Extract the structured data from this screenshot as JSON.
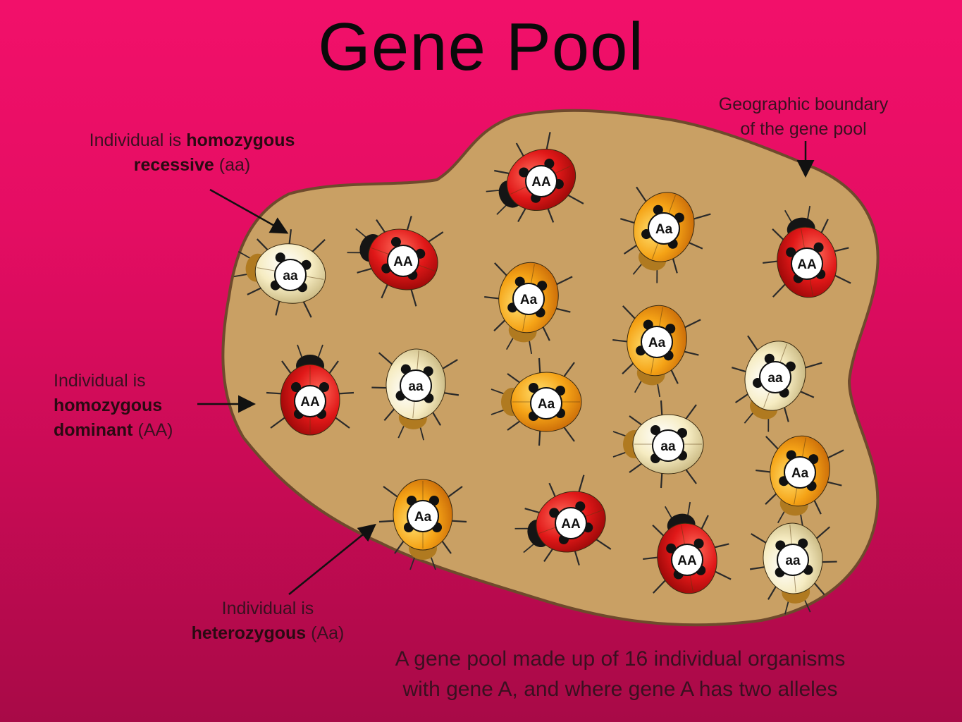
{
  "title": "Gene Pool",
  "labels": {
    "recessive": {
      "prefix": "Individual is ",
      "bold": "homozygous recessive",
      "suffix": " (aa)"
    },
    "dominant": {
      "prefix": "Individual is ",
      "bold1": "homozygous",
      "bold2": "dominant",
      "suffix": " (AA)"
    },
    "hetero": {
      "prefix": "Individual is",
      "bold": "heterozygous",
      "suffix": " (Aa)"
    },
    "boundary": {
      "line1": "Geographic boundary",
      "line2": "of the gene pool"
    }
  },
  "caption": {
    "line1": "A gene pool made up of 16 individual organisms",
    "line2": "with gene A, and where gene A has two alleles"
  },
  "colors": {
    "background_top": "#f2106a",
    "background_bottom": "#a80a47",
    "pool_fill": "#c9a064",
    "pool_border": "#6e4a2c",
    "AA": "#e01818",
    "Aa": "#f5a316",
    "aa": "#f6ecc2"
  },
  "organisms": [
    {
      "genotype": "AA"
    },
    {
      "genotype": "aa"
    },
    {
      "genotype": "AA"
    },
    {
      "genotype": "Aa"
    },
    {
      "genotype": "AA"
    },
    {
      "genotype": "Aa"
    },
    {
      "genotype": "Aa"
    },
    {
      "genotype": "aa"
    },
    {
      "genotype": "AA"
    },
    {
      "genotype": "aa"
    },
    {
      "genotype": "Aa"
    },
    {
      "genotype": "aa"
    },
    {
      "genotype": "Aa"
    },
    {
      "genotype": "Aa"
    },
    {
      "genotype": "AA"
    },
    {
      "genotype": "AA"
    },
    {
      "genotype": "aa"
    }
  ]
}
